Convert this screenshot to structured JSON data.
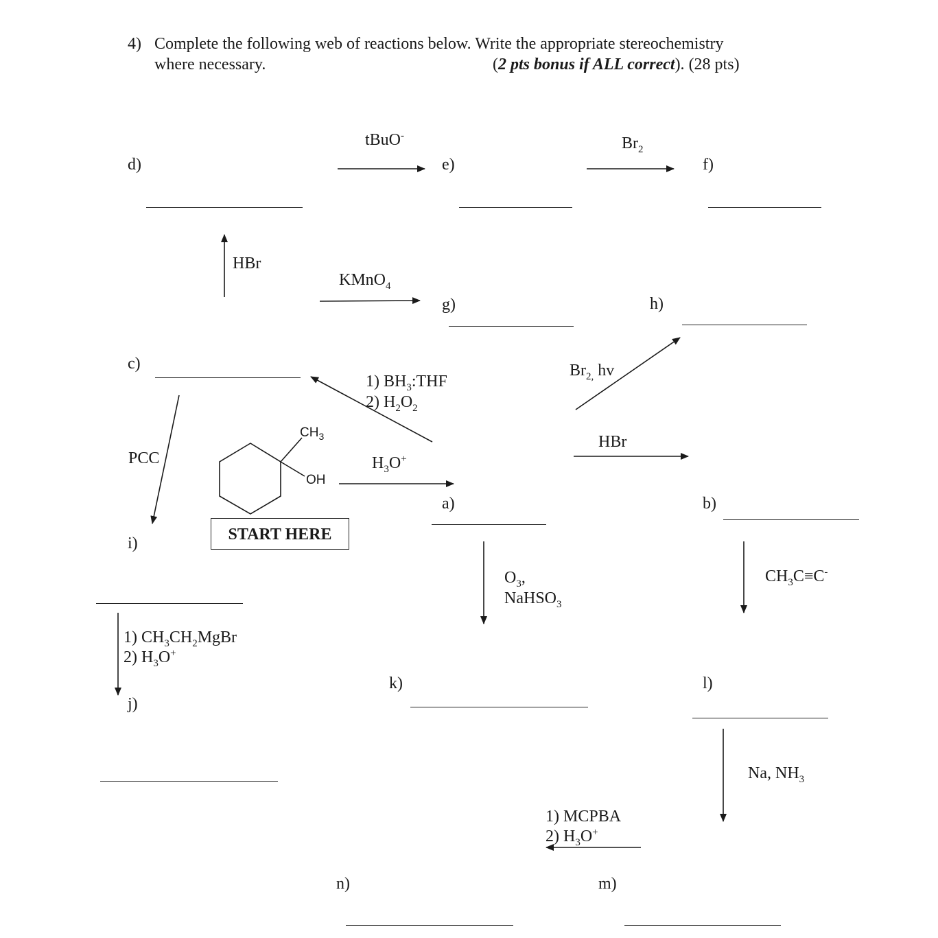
{
  "question": {
    "number": "4)",
    "line1": "Complete the following web of reactions below.  Write the appropriate stereochemistry",
    "line2": "where necessary.",
    "bonus": "2 pts bonus if ALL correct",
    "points": "(28 pts)"
  },
  "labels": {
    "a": "a)",
    "b": "b)",
    "c": "c)",
    "d": "d)",
    "e": "e)",
    "f": "f)",
    "g": "g)",
    "h": "h)",
    "i": "i)",
    "j": "j)",
    "k": "k)",
    "l": "l)",
    "m": "m)",
    "n": "n)"
  },
  "reagents": {
    "tbuo": "tBuO",
    "tbuo_sup": "-",
    "br2": "Br",
    "hbr_up": "HBr",
    "kmno4": "KMnO",
    "br2hv_br": "Br",
    "br2hv_hv": "hv",
    "bh3_1": "1) BH",
    "bh3_1b": ":THF",
    "bh3_2": "2) H",
    "hbr_right": "HBr",
    "pcc": "PCC",
    "h3o_plus": "+",
    "h3o": "O",
    "o3": "O",
    "o3_comma": ",",
    "nahso3": "NaHSO",
    "ch3cc": "CH",
    "ch3cc_mid": "C≡C",
    "grignard_1": "1)  CH",
    "grignard_1b": "CH",
    "grignard_1c": "MgBr",
    "grignard_2": "2)  H",
    "na_nh3": "Na, NH",
    "mcpba_1": "1)  MCPBA",
    "mcpba_2": "2)  H"
  },
  "start": {
    "label": "START HERE",
    "ch3": "CH",
    "ch3_sub": "3",
    "oh": "OH"
  }
}
